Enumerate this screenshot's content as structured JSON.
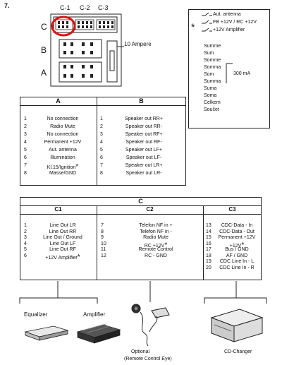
{
  "figure_number": "7.",
  "connector": {
    "c_labels": [
      "C-1",
      "C-2",
      "C-3"
    ],
    "row_labels": [
      "C",
      "B",
      "A"
    ],
    "fuse_label": "10 Ampere"
  },
  "legend_box": {
    "star": "*",
    "lines": [
      "Aut. antenna",
      "FB +12V / RC +12V",
      "+12V Amplifier"
    ],
    "words": [
      "Summe",
      "Sum",
      "Somme",
      "Somma",
      "Som",
      "Summa",
      "Suma",
      "Soma",
      "Celkem",
      "Součet"
    ],
    "current": "300 mA"
  },
  "table_ab": {
    "headers": [
      "A",
      "B"
    ],
    "a_rows": [
      {
        "n": "1",
        "label": "No connection"
      },
      {
        "n": "2",
        "label": "Radio Mute"
      },
      {
        "n": "3",
        "label": "No connection"
      },
      {
        "n": "4",
        "label": "Permanent +12V"
      },
      {
        "n": "5",
        "label": "Aut. antenna"
      },
      {
        "n": "6",
        "label": "Illumination"
      },
      {
        "n": "7",
        "label": "Kl.15/Ignition",
        "star": "*"
      },
      {
        "n": "8",
        "label": "Masse/GND"
      }
    ],
    "b_rows": [
      {
        "n": "1",
        "label": "Speaker out RR+"
      },
      {
        "n": "2",
        "label": "Speaker out RR-"
      },
      {
        "n": "3",
        "label": "Speaker out RF+"
      },
      {
        "n": "4",
        "label": "Speaker out RF-"
      },
      {
        "n": "5",
        "label": "Speaker out LF+"
      },
      {
        "n": "6",
        "label": "Speaker out LF-"
      },
      {
        "n": "7",
        "label": "Speaker out LR+"
      },
      {
        "n": "8",
        "label": "Speaker out LR-"
      }
    ]
  },
  "table_c": {
    "header": "C",
    "subheaders": [
      "C1",
      "C2",
      "C3"
    ],
    "c1_rows": [
      {
        "n": "1",
        "label": "Line Out LR"
      },
      {
        "n": "2",
        "label": "Line Out RR"
      },
      {
        "n": "3",
        "label": "Line Out / Ground"
      },
      {
        "n": "4",
        "label": "Line Out LF"
      },
      {
        "n": "5",
        "label": "Line Out RF"
      },
      {
        "n": "6",
        "label": "+12V Amplifier",
        "star": "*"
      }
    ],
    "c2_rows": [
      {
        "n": "7",
        "label": "Telefon NF in +"
      },
      {
        "n": "8",
        "label": "Telefon NF in -"
      },
      {
        "n": "9",
        "label": "Radio Mute"
      },
      {
        "n": "10",
        "label": "RC +12V",
        "star": "*"
      },
      {
        "n": "11",
        "label": "Remote Control"
      },
      {
        "n": "12",
        "label": "RC - GND"
      }
    ],
    "c3_rows": [
      {
        "n": "13",
        "label": "CDC-Data - In"
      },
      {
        "n": "14",
        "label": "CDC-Data - Out"
      },
      {
        "n": "15",
        "label": "Permanent +12V"
      },
      {
        "n": "16",
        "label": "+12V",
        "star": "*"
      },
      {
        "n": "17",
        "label": "Bus / GND"
      },
      {
        "n": "18",
        "label": "AF / GND"
      },
      {
        "n": "19",
        "label": "CDC Line In - L"
      },
      {
        "n": "20",
        "label": "CDC Line In - R"
      }
    ]
  },
  "devices": {
    "equalizer": "Equalizer",
    "amplifier": "Amplifier",
    "optional": "Optional",
    "optional_sub": "(Remote Control Eye)",
    "changer": "CD-Changer"
  }
}
